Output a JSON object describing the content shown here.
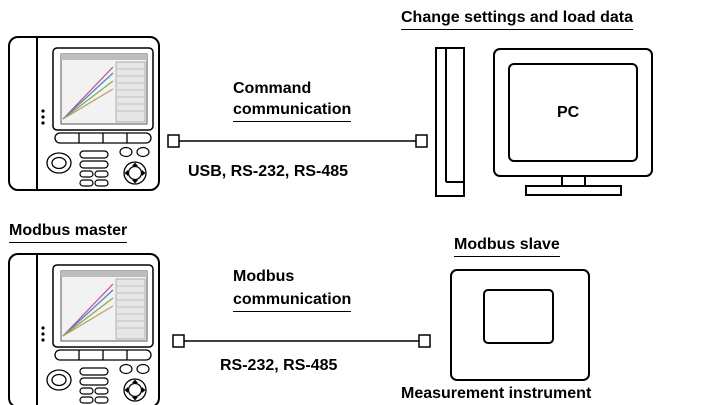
{
  "top": {
    "heading": "Change settings and load data",
    "connection_title_line1": "Command",
    "connection_title_line2": "communication",
    "interfaces": "USB, RS-232, RS-485",
    "pc_label": "PC"
  },
  "bottom": {
    "master_heading": "Modbus master",
    "slave_heading": "Modbus slave",
    "connection_title_line1": "Modbus",
    "connection_title_line2": "communication",
    "interfaces": "RS-232, RS-485",
    "instrument_caption": "Measurement instrument"
  }
}
